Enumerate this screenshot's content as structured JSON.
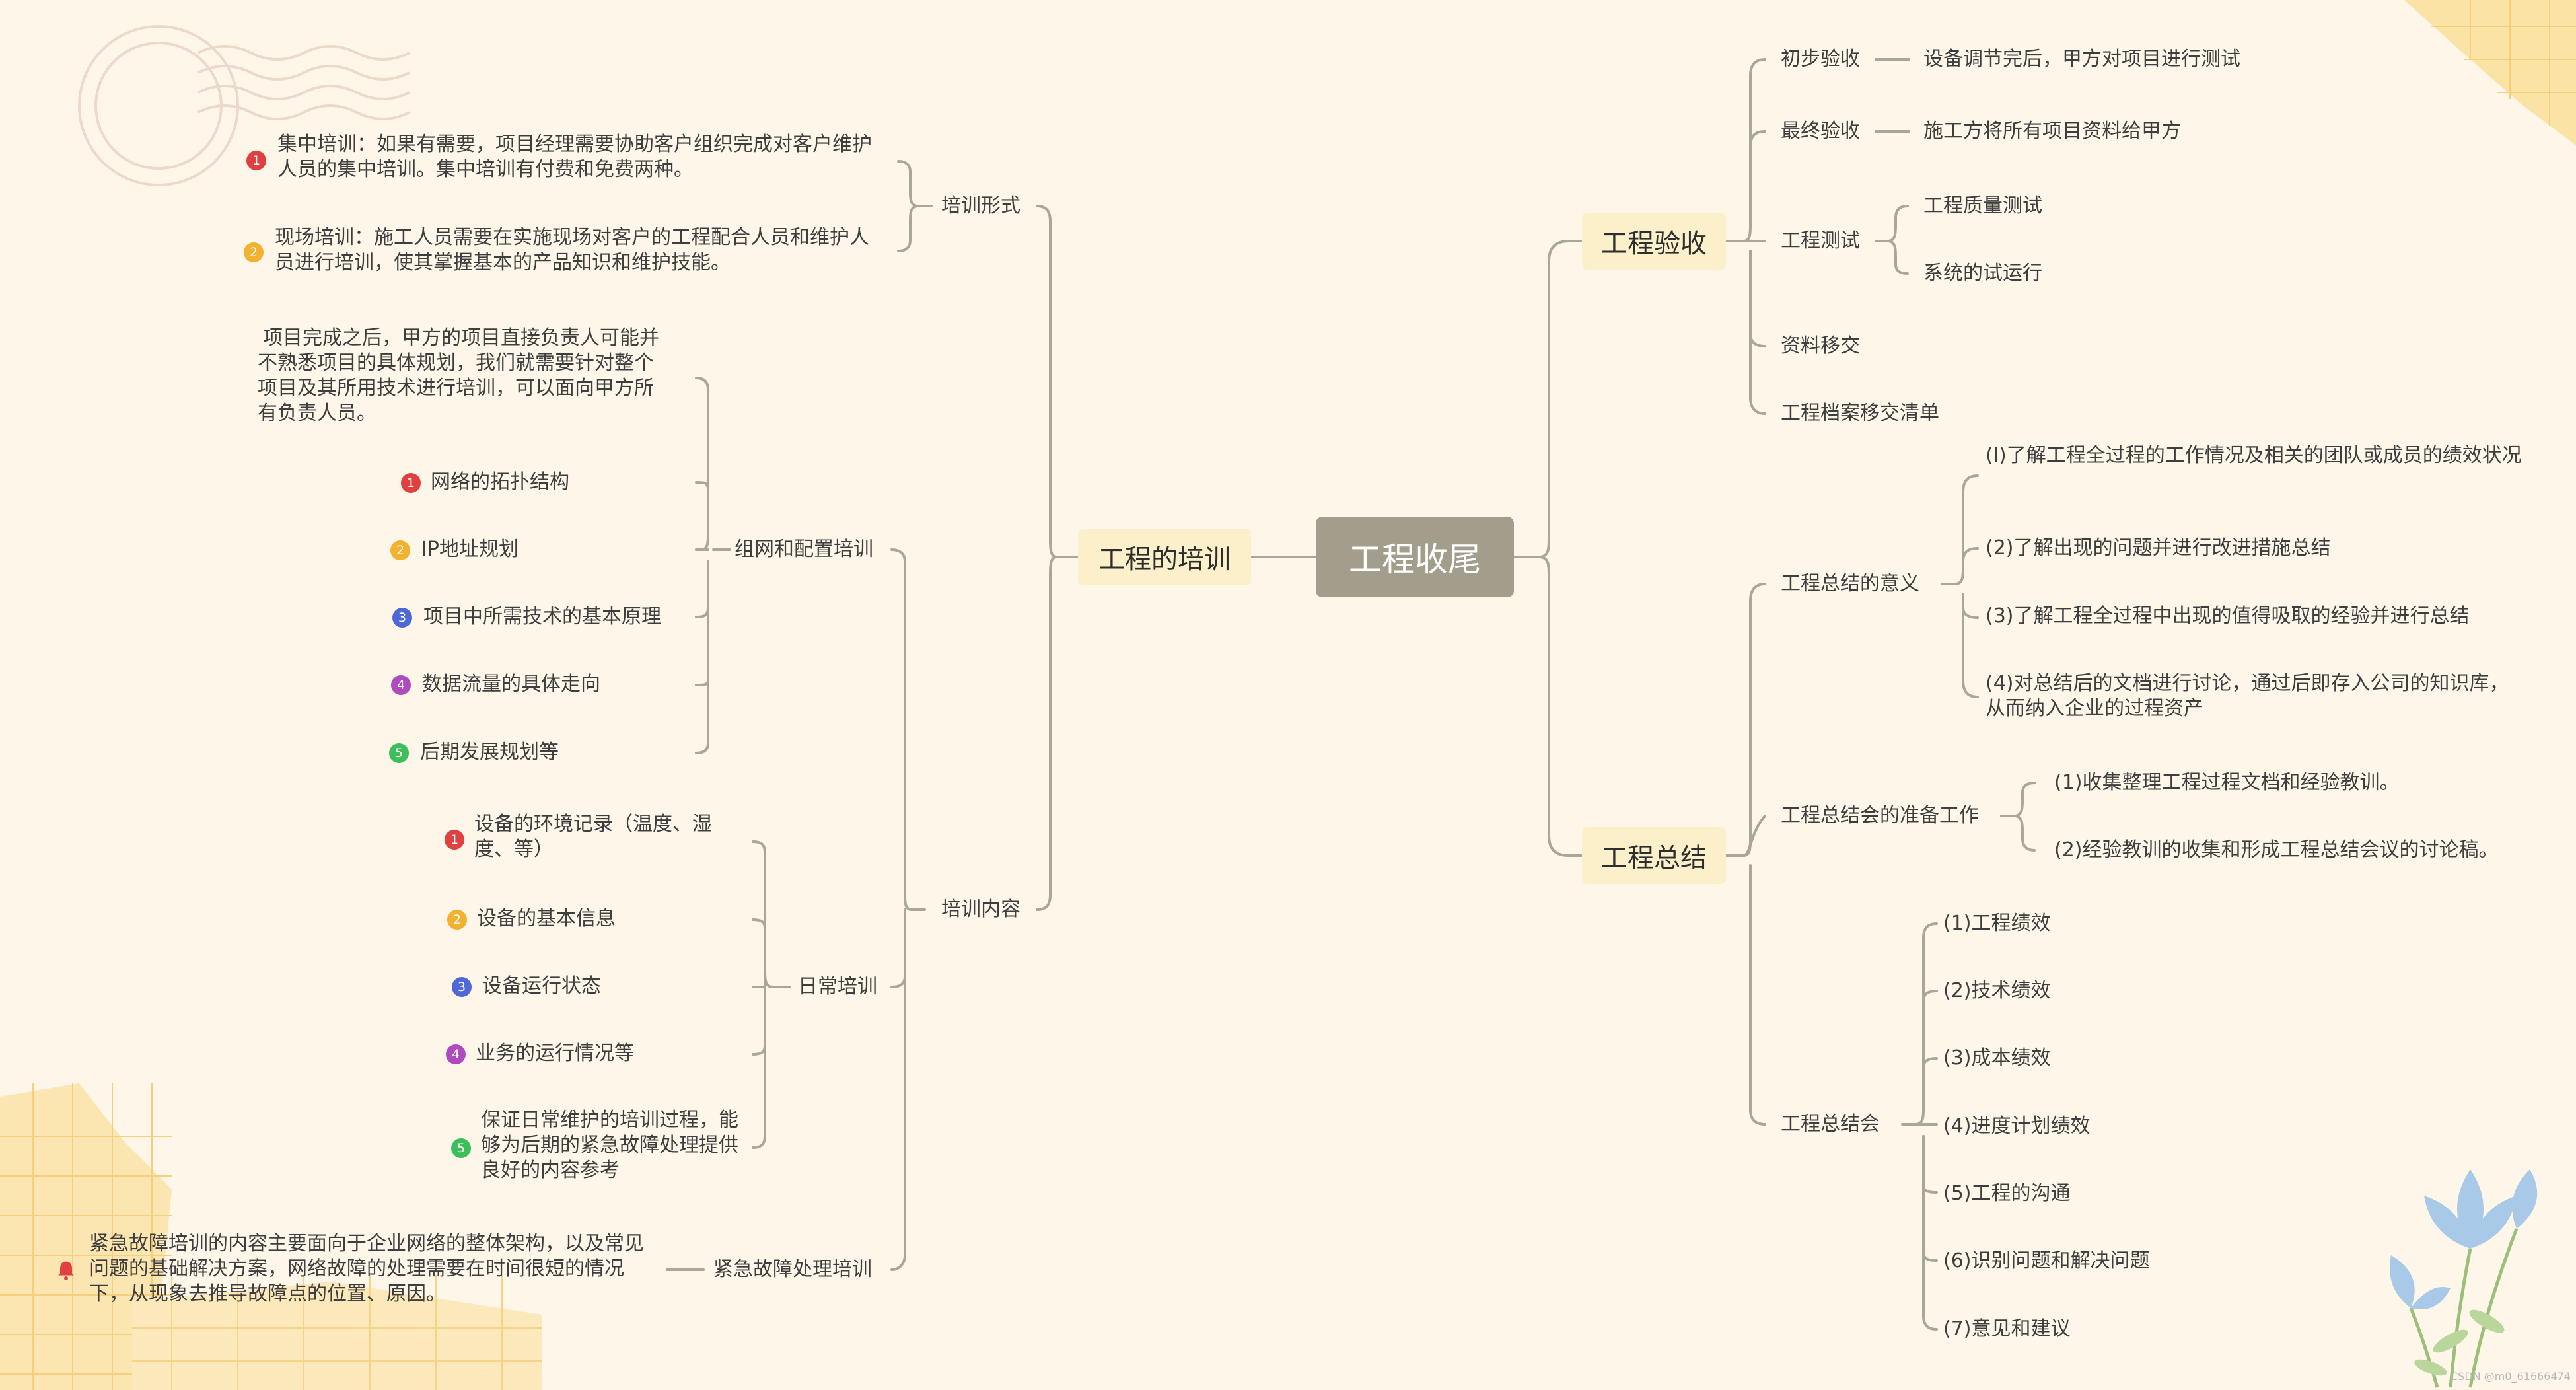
{
  "root": "工程收尾",
  "colors": {
    "line": "#a9a797",
    "root_bg": "#a39e8c",
    "main_bg": "#fbf0c9",
    "background": "#fdf6e9",
    "badge_1": "#e0403f",
    "badge_2": "#f2b12e",
    "badge_3": "#4f68d8",
    "badge_4": "#b04bbf",
    "badge_5": "#3cbf5a"
  },
  "left": {
    "title": "工程的培训",
    "form": {
      "label": "培训形式",
      "items": [
        "集中培训：如果有需要，项目经理需要协助客户组织完成对客户维护人员的集中培训。集中培训有付费和免费两种。",
        "现场培训：施工人员需要在实施现场对客户的工程配合人员和维护人员进行培训，使其掌握基本的产品知识和维护技能。"
      ]
    },
    "content": {
      "label": "培训内容",
      "network": {
        "label": "组网和配置培训",
        "intro": "项目完成之后，甲方的项目直接负责人可能并不熟悉项目的具体规划，我们就需要针对整个项目及其所用技术进行培训，可以面向甲方所有负责人员。",
        "items": [
          "网络的拓扑结构",
          "IP地址规划",
          "项目中所需技术的基本原理",
          "数据流量的具体走向",
          "后期发展规划等"
        ]
      },
      "daily": {
        "label": "日常培训",
        "items": [
          "设备的环境记录（温度、湿度、等）",
          "设备的基本信息",
          "设备运行状态",
          "业务的运行情况等",
          "保证日常维护的培训过程，能够为后期的紧急故障处理提供良好的内容参考"
        ]
      },
      "emergency": {
        "label": "紧急故障处理培训",
        "desc": "紧急故障培训的内容主要面向于企业网络的整体架构，以及常见问题的基础解决方案，网络故障的处理需要在时间很短的情况下，从现象去推导故障点的位置、原因。"
      }
    }
  },
  "right": {
    "acceptance": {
      "title": "工程验收",
      "initial": {
        "label": "初步验收",
        "desc": "设备调节完后，甲方对项目进行测试"
      },
      "final": {
        "label": "最终验收",
        "desc": "施工方将所有项目资料给甲方"
      },
      "test": {
        "label": "工程测试",
        "items": [
          "工程质量测试",
          "系统的试运行"
        ]
      },
      "transfer": "资料移交",
      "archive": "工程档案移交清单"
    },
    "summary": {
      "title": "工程总结",
      "meaning": {
        "label": "工程总结的意义",
        "items": [
          "(l)了解工程全过程的工作情况及相关的团队或成员的绩效状况",
          "(2)了解出现的问题并进行改进措施总结",
          "(3)了解工程全过程中出现的值得吸取的经验并进行总结",
          "(4)对总结后的文档进行讨论，通过后即存入公司的知识库，从而纳入企业的过程资产"
        ]
      },
      "prep": {
        "label": "工程总结会的准备工作",
        "items": [
          "(1)收集整理工程过程文档和经验教训。",
          "(2)经验教训的收集和形成工程总结会议的讨论稿。"
        ]
      },
      "meeting": {
        "label": "工程总结会",
        "items": [
          "(1)工程绩效",
          "(2)技术绩效",
          "(3)成本绩效",
          "(4)进度计划绩效",
          "(5)工程的沟通",
          "(6)识别问题和解决问题",
          "(7)意见和建议"
        ]
      }
    }
  },
  "watermark": "CSDN @m0_61666474"
}
